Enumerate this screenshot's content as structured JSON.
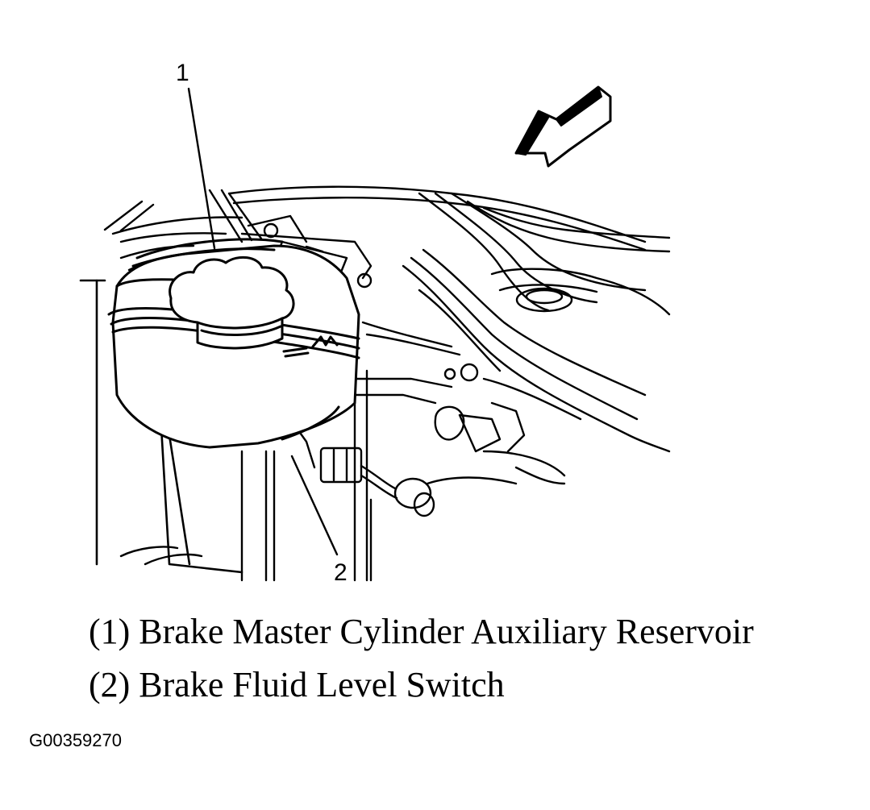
{
  "callouts": {
    "one": "1",
    "two": "2"
  },
  "legend": [
    "(1) Brake Master Cylinder Auxiliary Reservoir",
    "(2) Brake Fluid Level Switch"
  ],
  "figure_id": "G00359270",
  "colors": {
    "line": "#000000",
    "background": "#ffffff"
  }
}
